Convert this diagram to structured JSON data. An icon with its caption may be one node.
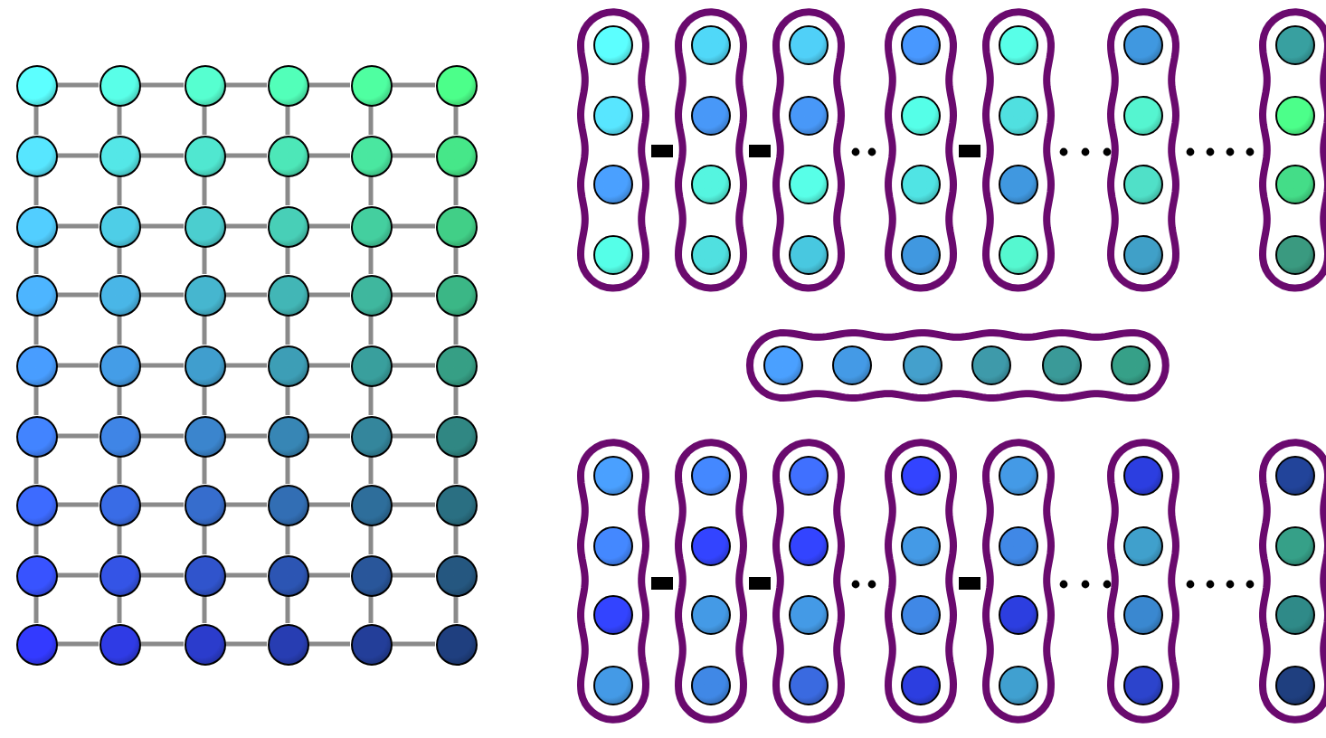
{
  "diagram": {
    "nodes": [
      {
        "text": [],
        "shape": "circle"
      },
      {
        "text": [],
        "shape": "circle"
      },
      {
        "text": [],
        "shape": "circle"
      },
      {
        "text": [],
        "shape": "circle"
      },
      {
        "text": [],
        "shape": "circle"
      },
      {
        "text": [],
        "shape": "circle"
      },
      {
        "text": [],
        "shape": "circle"
      },
      {
        "text": [],
        "shape": "circle"
      },
      {
        "text": [],
        "shape": "circle"
      },
      {
        "text": [],
        "shape": "circle"
      },
      {
        "text": [],
        "shape": "circle"
      },
      {
        "text": [],
        "shape": "circle"
      },
      {
        "text": [],
        "shape": "circle"
      },
      {
        "text": [],
        "shape": "circle"
      },
      {
        "text": [],
        "shape": "circle"
      },
      {
        "text": [],
        "shape": "circle"
      },
      {
        "text": [],
        "shape": "circle"
      },
      {
        "text": [],
        "shape": "circle"
      },
      {
        "text": [],
        "shape": "circle"
      },
      {
        "text": [],
        "shape": "circle"
      },
      {
        "text": [],
        "shape": "circle"
      },
      {
        "text": [],
        "shape": "circle"
      },
      {
        "text": [],
        "shape": "circle"
      },
      {
        "text": [],
        "shape": "circle"
      },
      {
        "text": [],
        "shape": "circle"
      },
      {
        "text": [],
        "shape": "circle"
      },
      {
        "text": [],
        "shape": "circle"
      },
      {
        "text": [],
        "shape": "circle"
      },
      {
        "text": [],
        "shape": "circle"
      },
      {
        "text": [],
        "shape": "circle"
      },
      {
        "text": [],
        "shape": "circle"
      },
      {
        "text": [],
        "shape": "circle"
      },
      {
        "text": [],
        "shape": "circle"
      },
      {
        "text": [],
        "shape": "circle"
      },
      {
        "text": [],
        "shape": "circle"
      },
      {
        "text": [],
        "shape": "circle"
      },
      {
        "text": [],
        "shape": "circle"
      },
      {
        "text": [],
        "shape": "circle"
      },
      {
        "text": [],
        "shape": "circle"
      },
      {
        "text": [],
        "shape": "circle"
      },
      {
        "text": [],
        "shape": "circle"
      },
      {
        "text": [],
        "shape": "circle"
      },
      {
        "text": [],
        "shape": "circle"
      },
      {
        "text": [],
        "shape": "circle"
      },
      {
        "text": [],
        "shape": "circle"
      },
      {
        "text": [],
        "shape": "circle"
      },
      {
        "text": [],
        "shape": "circle"
      },
      {
        "text": [],
        "shape": "circle"
      },
      {
        "text": [],
        "shape": "circle"
      },
      {
        "text": [],
        "shape": "circle"
      },
      {
        "text": [],
        "shape": "circle"
      },
      {
        "text": [],
        "shape": "circle"
      },
      {
        "text": [],
        "shape": "circle"
      },
      {
        "text": [],
        "shape": "circle"
      },
      {
        "text": [],
        "shape": "capsule"
      },
      {
        "text": [],
        "shape": "circle",
        "in": 54
      },
      {
        "text": [],
        "shape": "circle",
        "in": 54
      },
      {
        "text": [],
        "shape": "circle",
        "in": 54
      },
      {
        "text": [],
        "shape": "circle",
        "in": 54
      },
      {
        "text": [],
        "shape": "capsule"
      },
      {
        "text": [],
        "shape": "circle",
        "in": 59
      },
      {
        "text": [],
        "shape": "circle",
        "in": 59
      },
      {
        "text": [],
        "shape": "circle",
        "in": 59
      },
      {
        "text": [],
        "shape": "circle",
        "in": 59
      },
      {
        "text": [],
        "shape": "capsule"
      },
      {
        "text": [],
        "shape": "circle",
        "in": 64
      },
      {
        "text": [],
        "shape": "circle",
        "in": 64
      },
      {
        "text": [],
        "shape": "circle",
        "in": 64
      },
      {
        "text": [],
        "shape": "circle",
        "in": 64
      },
      {
        "text": [],
        "shape": "capsule"
      },
      {
        "text": [],
        "shape": "circle",
        "in": 69
      },
      {
        "text": [],
        "shape": "circle",
        "in": 69
      },
      {
        "text": [],
        "shape": "circle",
        "in": 69
      },
      {
        "text": [],
        "shape": "circle",
        "in": 69
      },
      {
        "text": [],
        "shape": "capsule"
      },
      {
        "text": [],
        "shape": "circle",
        "in": 74
      },
      {
        "text": [],
        "shape": "circle",
        "in": 74
      },
      {
        "text": [],
        "shape": "circle",
        "in": 74
      },
      {
        "text": [],
        "shape": "circle",
        "in": 74
      },
      {
        "text": [],
        "shape": "capsule"
      },
      {
        "text": [],
        "shape": "circle",
        "in": 79
      },
      {
        "text": [],
        "shape": "circle",
        "in": 79
      },
      {
        "text": [],
        "shape": "circle",
        "in": 79
      },
      {
        "text": [],
        "shape": "circle",
        "in": 79
      },
      {
        "text": [],
        "shape": "capsule"
      },
      {
        "text": [],
        "shape": "circle",
        "in": 84
      },
      {
        "text": [],
        "shape": "circle",
        "in": 84
      },
      {
        "text": [],
        "shape": "circle",
        "in": 84
      },
      {
        "text": [],
        "shape": "circle",
        "in": 84
      },
      {
        "text": [],
        "shape": "capsule"
      },
      {
        "text": [],
        "shape": "circle",
        "in": 89
      },
      {
        "text": [],
        "shape": "circle",
        "in": 89
      },
      {
        "text": [],
        "shape": "circle",
        "in": 89
      },
      {
        "text": [],
        "shape": "circle",
        "in": 89
      },
      {
        "text": [],
        "shape": "circle",
        "in": 89
      },
      {
        "text": [],
        "shape": "circle",
        "in": 89
      },
      {
        "text": [],
        "shape": "capsule"
      },
      {
        "text": [],
        "shape": "circle",
        "in": 96
      },
      {
        "text": [],
        "shape": "circle",
        "in": 96
      },
      {
        "text": [],
        "shape": "circle",
        "in": 96
      },
      {
        "text": [],
        "shape": "circle",
        "in": 96
      },
      {
        "text": [],
        "shape": "capsule"
      },
      {
        "text": [],
        "shape": "circle",
        "in": 101
      },
      {
        "text": [],
        "shape": "circle",
        "in": 101
      },
      {
        "text": [],
        "shape": "circle",
        "in": 101
      },
      {
        "text": [],
        "shape": "circle",
        "in": 101
      },
      {
        "text": [],
        "shape": "capsule"
      },
      {
        "text": [],
        "shape": "circle",
        "in": 106
      },
      {
        "text": [],
        "shape": "circle",
        "in": 106
      },
      {
        "text": [],
        "shape": "circle",
        "in": 106
      },
      {
        "text": [],
        "shape": "circle",
        "in": 106
      },
      {
        "text": [],
        "shape": "capsule"
      },
      {
        "text": [],
        "shape": "circle",
        "in": 111
      },
      {
        "text": [],
        "shape": "circle",
        "in": 111
      },
      {
        "text": [],
        "shape": "circle",
        "in": 111
      },
      {
        "text": [],
        "shape": "circle",
        "in": 111
      },
      {
        "text": [],
        "shape": "capsule"
      },
      {
        "text": [],
        "shape": "circle",
        "in": 116
      },
      {
        "text": [],
        "shape": "circle",
        "in": 116
      },
      {
        "text": [],
        "shape": "circle",
        "in": 116
      },
      {
        "text": [],
        "shape": "circle",
        "in": 116
      },
      {
        "text": [],
        "shape": "capsule"
      },
      {
        "text": [],
        "shape": "circle",
        "in": 121
      },
      {
        "text": [],
        "shape": "circle",
        "in": 121
      },
      {
        "text": [],
        "shape": "circle",
        "in": 121
      },
      {
        "text": [],
        "shape": "circle",
        "in": 121
      },
      {
        "text": [],
        "shape": "capsule"
      },
      {
        "text": [],
        "shape": "circle",
        "in": 126
      },
      {
        "text": [],
        "shape": "circle",
        "in": 126
      },
      {
        "text": [],
        "shape": "circle",
        "in": 126
      },
      {
        "text": [],
        "shape": "circle",
        "in": 126
      }
    ],
    "edges": [
      {
        "from": 0,
        "to": 1,
        "arrow": "none"
      },
      {
        "from": 1,
        "to": 2,
        "arrow": "none"
      },
      {
        "from": 2,
        "to": 3,
        "arrow": "none"
      },
      {
        "from": 3,
        "to": 4,
        "arrow": "none"
      },
      {
        "from": 4,
        "to": 5,
        "arrow": "none"
      },
      {
        "from": 6,
        "to": 7,
        "arrow": "none"
      },
      {
        "from": 7,
        "to": 8,
        "arrow": "none"
      },
      {
        "from": 8,
        "to": 9,
        "arrow": "none"
      },
      {
        "from": 9,
        "to": 10,
        "arrow": "none"
      },
      {
        "from": 10,
        "to": 11,
        "arrow": "none"
      },
      {
        "from": 12,
        "to": 13,
        "arrow": "none"
      },
      {
        "from": 13,
        "to": 14,
        "arrow": "none"
      },
      {
        "from": 14,
        "to": 15,
        "arrow": "none"
      },
      {
        "from": 15,
        "to": 16,
        "arrow": "none"
      },
      {
        "from": 16,
        "to": 17,
        "arrow": "none"
      },
      {
        "from": 18,
        "to": 19,
        "arrow": "none"
      },
      {
        "from": 19,
        "to": 20,
        "arrow": "none"
      },
      {
        "from": 20,
        "to": 21,
        "arrow": "none"
      },
      {
        "from": 21,
        "to": 22,
        "arrow": "none"
      },
      {
        "from": 22,
        "to": 23,
        "arrow": "none"
      },
      {
        "from": 24,
        "to": 25,
        "arrow": "none"
      },
      {
        "from": 25,
        "to": 26,
        "arrow": "none"
      },
      {
        "from": 26,
        "to": 27,
        "arrow": "none"
      },
      {
        "from": 27,
        "to": 28,
        "arrow": "none"
      },
      {
        "from": 28,
        "to": 29,
        "arrow": "none"
      },
      {
        "from": 30,
        "to": 31,
        "arrow": "none"
      },
      {
        "from": 31,
        "to": 32,
        "arrow": "none"
      },
      {
        "from": 32,
        "to": 33,
        "arrow": "none"
      },
      {
        "from": 33,
        "to": 34,
        "arrow": "none"
      },
      {
        "from": 34,
        "to": 35,
        "arrow": "none"
      },
      {
        "from": 36,
        "to": 37,
        "arrow": "none"
      },
      {
        "from": 37,
        "to": 38,
        "arrow": "none"
      },
      {
        "from": 38,
        "to": 39,
        "arrow": "none"
      },
      {
        "from": 39,
        "to": 40,
        "arrow": "none"
      },
      {
        "from": 40,
        "to": 41,
        "arrow": "none"
      },
      {
        "from": 42,
        "to": 43,
        "arrow": "none"
      },
      {
        "from": 43,
        "to": 44,
        "arrow": "none"
      },
      {
        "from": 44,
        "to": 45,
        "arrow": "none"
      },
      {
        "from": 45,
        "to": 46,
        "arrow": "none"
      },
      {
        "from": 46,
        "to": 47,
        "arrow": "none"
      },
      {
        "from": 48,
        "to": 49,
        "arrow": "none"
      },
      {
        "from": 49,
        "to": 50,
        "arrow": "none"
      },
      {
        "from": 50,
        "to": 51,
        "arrow": "none"
      },
      {
        "from": 51,
        "to": 52,
        "arrow": "none"
      },
      {
        "from": 52,
        "to": 53,
        "arrow": "none"
      },
      {
        "from": 0,
        "to": 6,
        "arrow": "none"
      },
      {
        "from": 1,
        "to": 7,
        "arrow": "none"
      },
      {
        "from": 2,
        "to": 8,
        "arrow": "none"
      },
      {
        "from": 3,
        "to": 9,
        "arrow": "none"
      },
      {
        "from": 4,
        "to": 10,
        "arrow": "none"
      },
      {
        "from": 5,
        "to": 11,
        "arrow": "none"
      },
      {
        "from": 6,
        "to": 12,
        "arrow": "none"
      },
      {
        "from": 7,
        "to": 13,
        "arrow": "none"
      },
      {
        "from": 8,
        "to": 14,
        "arrow": "none"
      },
      {
        "from": 9,
        "to": 15,
        "arrow": "none"
      },
      {
        "from": 10,
        "to": 16,
        "arrow": "none"
      },
      {
        "from": 11,
        "to": 17,
        "arrow": "none"
      },
      {
        "from": 12,
        "to": 18,
        "arrow": "none"
      },
      {
        "from": 13,
        "to": 19,
        "arrow": "none"
      },
      {
        "from": 14,
        "to": 20,
        "arrow": "none"
      },
      {
        "from": 15,
        "to": 21,
        "arrow": "none"
      },
      {
        "from": 16,
        "to": 22,
        "arrow": "none"
      },
      {
        "from": 17,
        "to": 23,
        "arrow": "none"
      },
      {
        "from": 18,
        "to": 24,
        "arrow": "none"
      },
      {
        "from": 19,
        "to": 25,
        "arrow": "none"
      },
      {
        "from": 20,
        "to": 26,
        "arrow": "none"
      },
      {
        "from": 21,
        "to": 27,
        "arrow": "none"
      },
      {
        "from": 22,
        "to": 28,
        "arrow": "none"
      },
      {
        "from": 23,
        "to": 29,
        "arrow": "none"
      },
      {
        "from": 24,
        "to": 30,
        "arrow": "none"
      },
      {
        "from": 25,
        "to": 31,
        "arrow": "none"
      },
      {
        "from": 26,
        "to": 32,
        "arrow": "none"
      },
      {
        "from": 27,
        "to": 33,
        "arrow": "none"
      },
      {
        "from": 28,
        "to": 34,
        "arrow": "none"
      },
      {
        "from": 29,
        "to": 35,
        "arrow": "none"
      },
      {
        "from": 30,
        "to": 36,
        "arrow": "none"
      },
      {
        "from": 31,
        "to": 37,
        "arrow": "none"
      },
      {
        "from": 32,
        "to": 38,
        "arrow": "none"
      },
      {
        "from": 33,
        "to": 39,
        "arrow": "none"
      },
      {
        "from": 34,
        "to": 40,
        "arrow": "none"
      },
      {
        "from": 35,
        "to": 41,
        "arrow": "none"
      },
      {
        "from": 36,
        "to": 42,
        "arrow": "none"
      },
      {
        "from": 37,
        "to": 43,
        "arrow": "none"
      },
      {
        "from": 38,
        "to": 44,
        "arrow": "none"
      },
      {
        "from": 39,
        "to": 45,
        "arrow": "none"
      },
      {
        "from": 40,
        "to": 46,
        "arrow": "none"
      },
      {
        "from": 41,
        "to": 47,
        "arrow": "none"
      },
      {
        "from": 42,
        "to": 48,
        "arrow": "none"
      },
      {
        "from": 43,
        "to": 49,
        "arrow": "none"
      },
      {
        "from": 44,
        "to": 50,
        "arrow": "none"
      },
      {
        "from": 45,
        "to": 51,
        "arrow": "none"
      },
      {
        "from": 46,
        "to": 52,
        "arrow": "none"
      },
      {
        "from": 47,
        "to": 53,
        "arrow": "none"
      },
      {
        "from": 54,
        "to": 59,
        "arrow": "none",
        "style": "thick",
        "color": "#000000"
      },
      {
        "from": 59,
        "to": 64,
        "arrow": "none",
        "style": "thick",
        "color": "#000000"
      },
      {
        "from": 69,
        "to": 74,
        "arrow": "none",
        "style": "thick",
        "color": "#000000"
      },
      {
        "from": 96,
        "to": 101,
        "arrow": "none",
        "style": "thick",
        "color": "#000000"
      },
      {
        "from": 101,
        "to": 106,
        "arrow": "none",
        "style": "thick",
        "color": "#000000"
      },
      {
        "from": 111,
        "to": 116,
        "arrow": "none",
        "style": "thick",
        "color": "#000000"
      }
    ]
  }
}
